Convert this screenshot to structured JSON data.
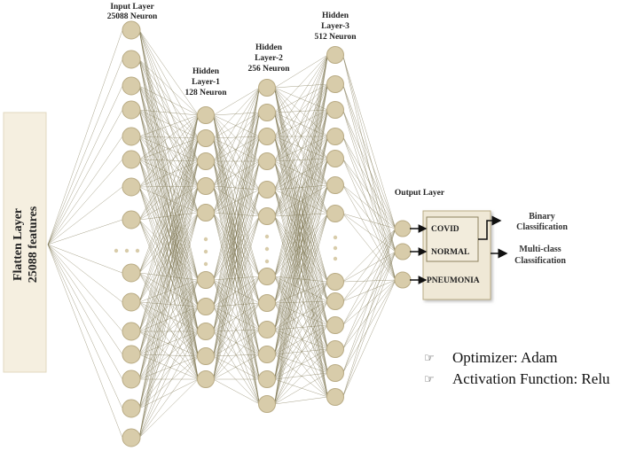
{
  "flatten_layer": {
    "line1": "Flatten Layer",
    "line2": "25088 features"
  },
  "layers": [
    {
      "id": "input",
      "label_lines": [
        "Input Layer",
        "25088 Neuron"
      ]
    },
    {
      "id": "h1",
      "label_lines": [
        "Hidden",
        "Layer-1",
        "128 Neuron"
      ]
    },
    {
      "id": "h2",
      "label_lines": [
        "Hidden",
        "Layer-2",
        "256 Neuron"
      ]
    },
    {
      "id": "h3",
      "label_lines": [
        "Hidden",
        "Layer-3",
        "512 Neuron"
      ]
    }
  ],
  "output_layer": {
    "title": "Output Layer",
    "classes": [
      "COVID",
      "NORMAL",
      "PNEUMONIA"
    ]
  },
  "classification": {
    "binary": [
      "Binary",
      "Classification"
    ],
    "multiclass": [
      "Multi-class",
      "Classification"
    ]
  },
  "notes": [
    {
      "icon": "pointing-hand-icon",
      "text": "Optimizer: Adam"
    },
    {
      "icon": "pointing-hand-icon",
      "text": "Activation Function: Relu"
    }
  ],
  "colors": {
    "neuron_fill": "#d8ccaa",
    "connection": "#7d7550",
    "flatten_fill": "#f5efe0",
    "output_box": "#efe8d6"
  }
}
